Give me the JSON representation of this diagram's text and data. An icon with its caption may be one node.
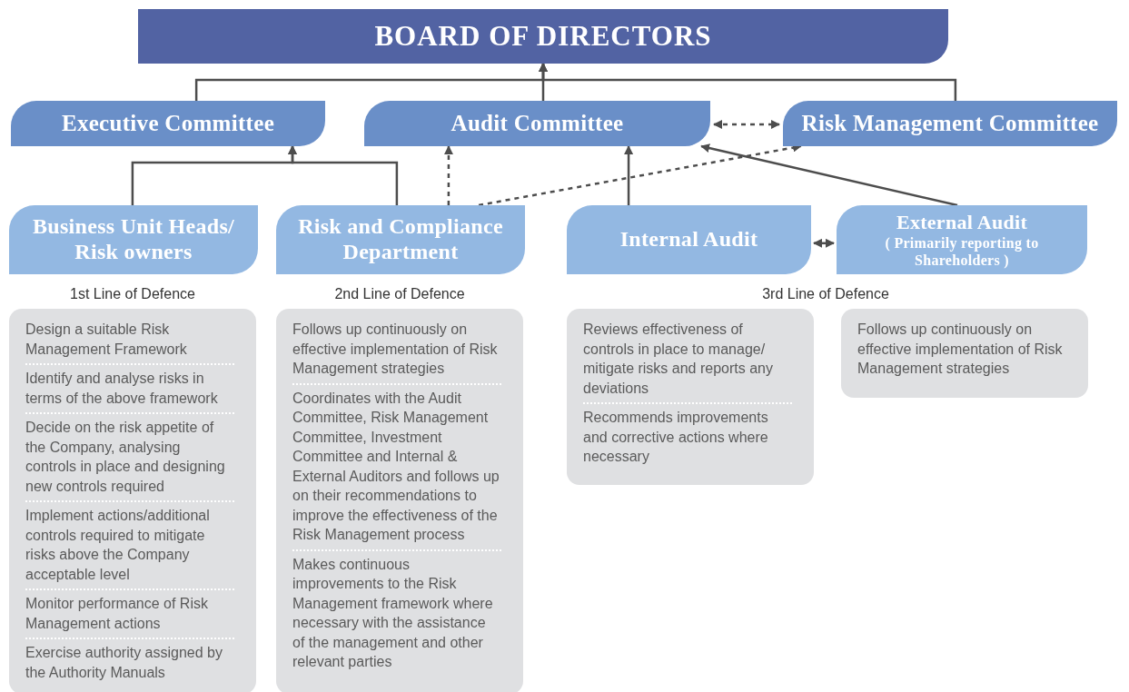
{
  "diagram": {
    "nodes": [
      {
        "text": [
          "BOARD OF DIRECTORS"
        ]
      },
      {
        "text": [
          "Executive Committee"
        ]
      },
      {
        "text": [
          "Audit Committee"
        ]
      },
      {
        "text": [
          "Risk Management Committee"
        ]
      },
      {
        "text": [
          "Business Unit Heads/ Risk owners"
        ]
      },
      {
        "text": [
          "Risk and Compliance Department"
        ]
      },
      {
        "text": [
          "Internal Audit"
        ]
      },
      {
        "text": [
          "External Audit",
          "( Primarily reporting to Shareholders )"
        ]
      },
      {
        "text": [
          "Design a suitable Risk Management Framework",
          "Identify and analyse risks in terms of the above framework",
          "Decide on the risk appetite of the Company, analysing controls in place and designing new controls required",
          "Implement actions/additional controls required to mitigate risks above the Company acceptable level",
          "Monitor performance of Risk Management actions",
          "Exercise authority assigned by the Authority Manuals"
        ]
      },
      {
        "text": [
          "Follows up continuously on effective implementation of Risk Management strategies",
          "Coordinates with the Audit Committee, Risk Management Committee, Investment Committee and Internal & External Auditors and follows up on their recommendations to improve the effectiveness of the Risk Management process",
          "Makes continuous improvements to the Risk Management framework where necessary with the assistance of the management and other relevant parties"
        ]
      },
      {
        "text": [
          "Reviews effectiveness of controls in place to manage/ mitigate risks and reports any deviations",
          "Recommends improvements and corrective actions where necessary"
        ]
      },
      {
        "text": [
          "Follows up continuously on effective implementation of Risk Management strategies"
        ]
      }
    ],
    "edges": [
      {
        "from": 1,
        "to": 0,
        "arrow": "to"
      },
      {
        "from": 2,
        "to": 0,
        "arrow": "to"
      },
      {
        "from": 3,
        "to": 0,
        "arrow": "to"
      },
      {
        "from": 4,
        "to": 1,
        "arrow": "to"
      },
      {
        "from": 5,
        "to": 1,
        "arrow": "to"
      },
      {
        "from": 5,
        "to": 2,
        "arrow": "to",
        "style": "dashed"
      },
      {
        "from": 5,
        "to": 3,
        "arrow": "to",
        "style": "dashed"
      },
      {
        "from": 2,
        "to": 3,
        "arrow": "both",
        "style": "dashed"
      },
      {
        "from": 6,
        "to": 2,
        "arrow": "to"
      },
      {
        "from": 7,
        "to": 2,
        "arrow": "to"
      },
      {
        "from": 6,
        "to": 7,
        "arrow": "both"
      }
    ],
    "labels": [
      "1st Line of Defence",
      "2nd Line of Defence",
      "3rd Line of Defence"
    ]
  }
}
